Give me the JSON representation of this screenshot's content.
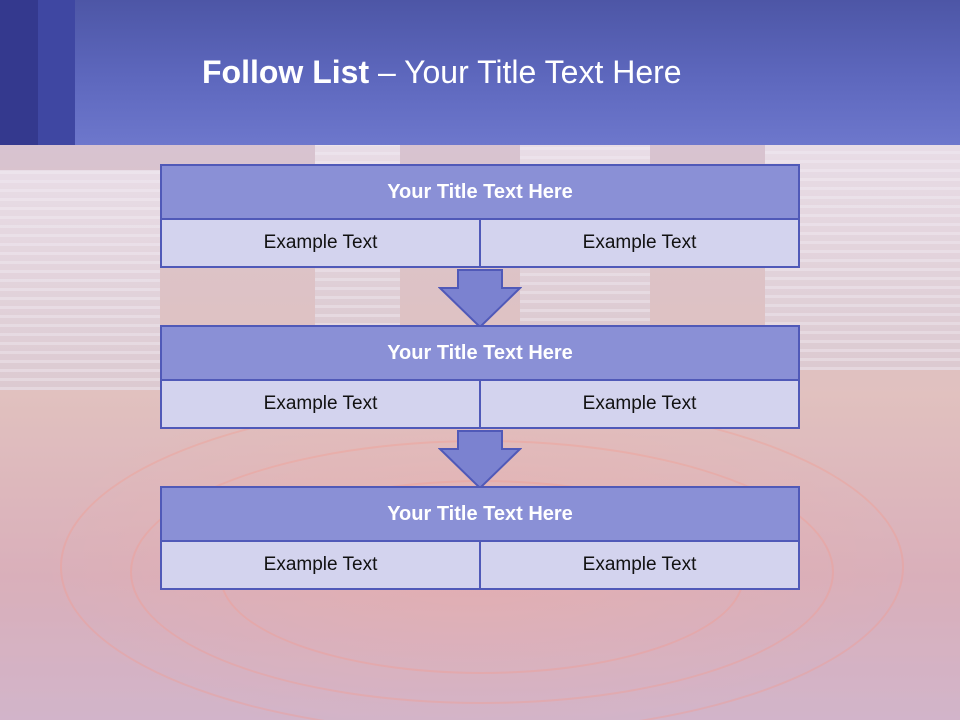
{
  "header": {
    "title_bold": "Follow List",
    "title_sep": " – ",
    "title_rest": "Your Title Text Here"
  },
  "list": [
    {
      "title": "Your Title Text Here",
      "left": "Example Text",
      "right": "Example Text"
    },
    {
      "title": "Your Title Text Here",
      "left": "Example Text",
      "right": "Example Text"
    },
    {
      "title": "Your Title Text Here",
      "left": "Example Text",
      "right": "Example Text"
    }
  ],
  "colors": {
    "header": "#5e68be",
    "block_title": "#8a90d6",
    "block_cell": "#d3d3ee",
    "border": "#5059b8",
    "arrow": "#7b82d0"
  }
}
